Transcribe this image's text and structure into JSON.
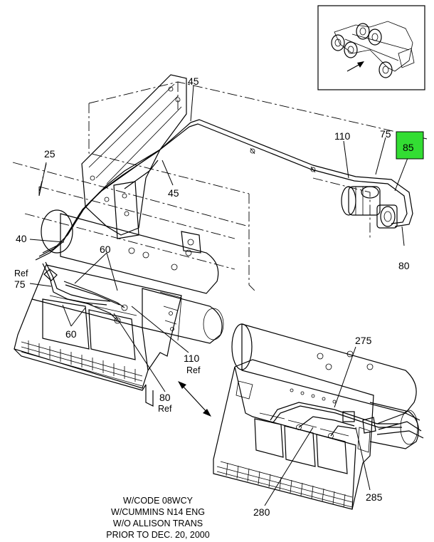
{
  "callouts": [
    {
      "id": "c45a",
      "text": "45"
    },
    {
      "id": "c45b",
      "text": "45"
    },
    {
      "id": "c25",
      "text": "25"
    },
    {
      "id": "c110",
      "text": "110"
    },
    {
      "id": "c75a",
      "text": "75"
    },
    {
      "id": "c85",
      "text": "85"
    },
    {
      "id": "c80a",
      "text": "80"
    },
    {
      "id": "c40",
      "text": "40"
    },
    {
      "id": "c60a",
      "text": "60"
    },
    {
      "id": "cref1",
      "text": "Ref"
    },
    {
      "id": "c75b",
      "text": "75"
    },
    {
      "id": "c60b",
      "text": "60"
    },
    {
      "id": "c110b",
      "text": "110"
    },
    {
      "id": "cref2",
      "text": "Ref"
    },
    {
      "id": "c80b",
      "text": "80"
    },
    {
      "id": "cref3",
      "text": "Ref"
    },
    {
      "id": "c275",
      "text": "275"
    },
    {
      "id": "c285",
      "text": "285"
    },
    {
      "id": "c280",
      "text": "280"
    }
  ],
  "caption": [
    "W/CODE 08WCY",
    "W/CUMMINS N14 ENG",
    "W/O ALLISON TRANS",
    "PRIOR TO DEC. 20, 2000"
  ],
  "colors": {
    "highlight": "#33dd33",
    "line": "#000000"
  }
}
